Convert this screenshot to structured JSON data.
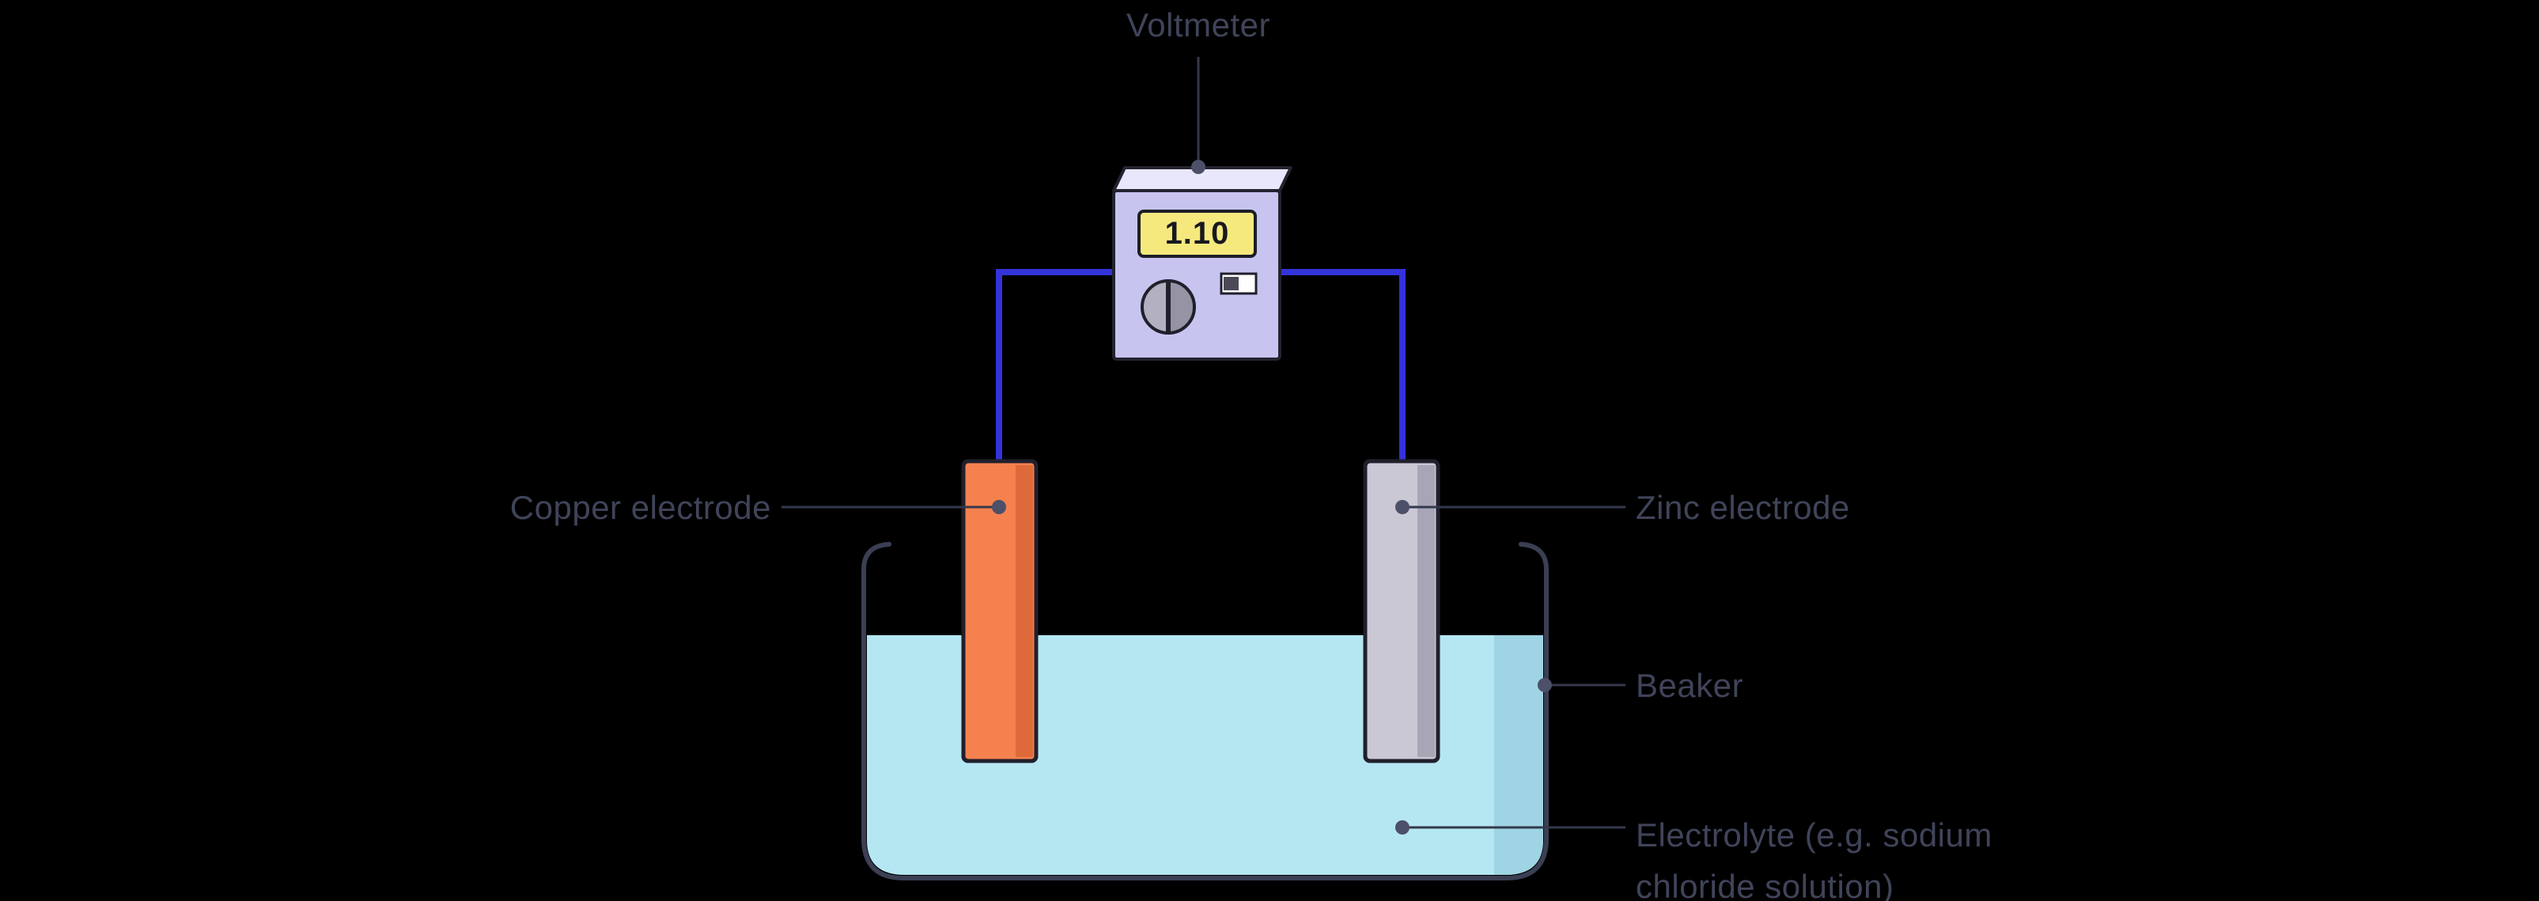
{
  "voltmeter": {
    "label": "Voltmeter",
    "reading": "1.10"
  },
  "electrodes": {
    "copper_label": "Copper electrode",
    "zinc_label": "Zinc electrode"
  },
  "beaker": {
    "label": "Beaker"
  },
  "electrolyte": {
    "line1": "Electrolyte (e.g. sodium",
    "line2": "chloride solution)"
  },
  "colors": {
    "background": "#000000",
    "wire": "#3333d9",
    "copper_electrode": "#f5814e",
    "copper_electrode_shade": "#de6a3c",
    "zinc_electrode": "#cac8d4",
    "zinc_electrode_shade": "#a8a6b6",
    "electrolyte_liquid": "#b5e7f2",
    "electrolyte_liquid_shade": "#9ed4e3",
    "voltmeter_body": "#c8c4f0",
    "voltmeter_top_face": "#e9e7fb",
    "voltmeter_display": "#f5e97d",
    "label_text": "#3f4459"
  }
}
